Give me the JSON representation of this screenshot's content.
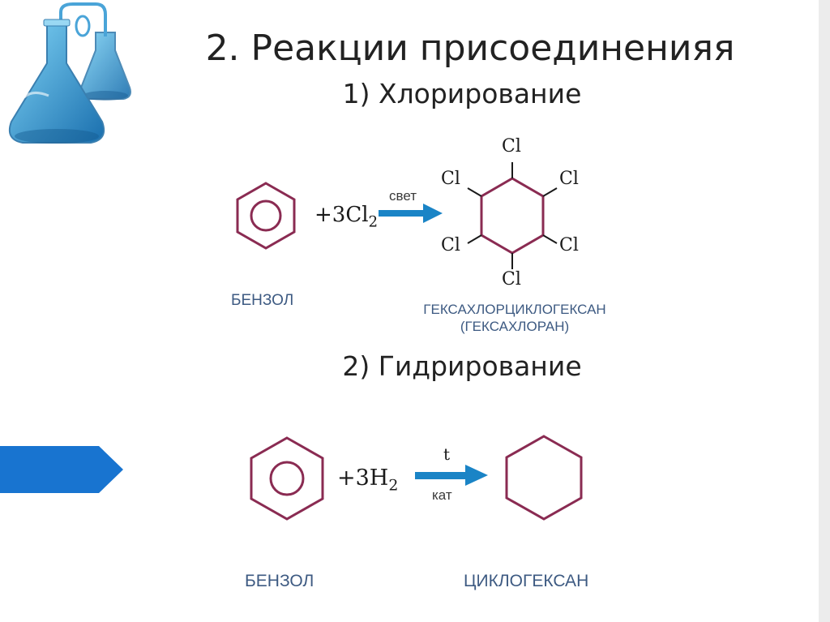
{
  "slide": {
    "title": "2. Реакции присоединенияя",
    "subtitle_1": "1) Хлорирование",
    "subtitle_2": "2) Гидрирование",
    "colors": {
      "ring": "#8a2b52",
      "arrow": "#1a84c6",
      "label": "#3d5a82",
      "accent": "#1874d0"
    },
    "icons": [
      "chemistry-flasks-icon",
      "slide-accent-arrow-icon"
    ]
  },
  "reaction1": {
    "reagent_prefix": "+3Cl",
    "reagent_sub": "2",
    "condition": "свет",
    "chlorine_label": "Cl",
    "reactant_name": "БЕНЗОЛ",
    "product_name": "ГЕКСАХЛОРЦИКЛОГЕКСАН",
    "product_alt_name": "(ГЕКСАХЛОРАН)"
  },
  "reaction2": {
    "reagent_prefix": "+3H",
    "reagent_sub": "2",
    "condition_top": "t",
    "condition_bottom": "кат",
    "reactant_name": "БЕНЗОЛ",
    "product_name": "ЦИКЛОГЕКСАН"
  }
}
